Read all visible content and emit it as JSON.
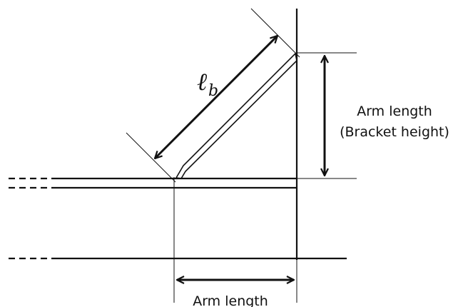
{
  "labels": {
    "lb_symbol": "ℓ",
    "lb_subscript": "b",
    "arm_length_vertical_line1": "Arm length",
    "arm_length_vertical_line2": "(Bracket height)",
    "arm_length_horizontal": "Arm length"
  },
  "colors": {
    "stroke": "#111111",
    "background": "#ffffff"
  }
}
